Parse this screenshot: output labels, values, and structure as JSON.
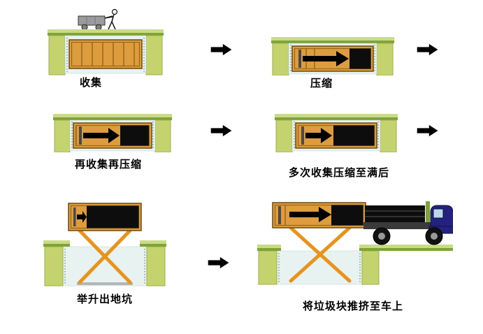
{
  "figure": {
    "type": "process-diagram",
    "subject": "underground-garbage-compaction-and-loading",
    "steps": [
      {
        "id": 1,
        "label": "收集"
      },
      {
        "id": 2,
        "label": "压缩"
      },
      {
        "id": 3,
        "label": "再收集再压缩"
      },
      {
        "id": 4,
        "label": "多次收集压缩至满后"
      },
      {
        "id": 5,
        "label": "举升出地坑"
      },
      {
        "id": 6,
        "label": "将垃圾块推挤至车上"
      }
    ],
    "flow_arrow_count": 5,
    "colors": {
      "ground_green_top": "#c9db87",
      "ground_green": "#7fa336",
      "pillar_green": "#c4d36e",
      "pillar_edge": "#9ab04a",
      "pit_interior": "#e7f2f1",
      "container_orange": "#dd9d3e",
      "container_line": "#9a6614",
      "container_border": "#6b4a0e",
      "garbage_black": "#0d0d0d",
      "lift_orange": "#e8931b",
      "truck_blue": "#23227f",
      "arrow_black": "#000000"
    }
  }
}
